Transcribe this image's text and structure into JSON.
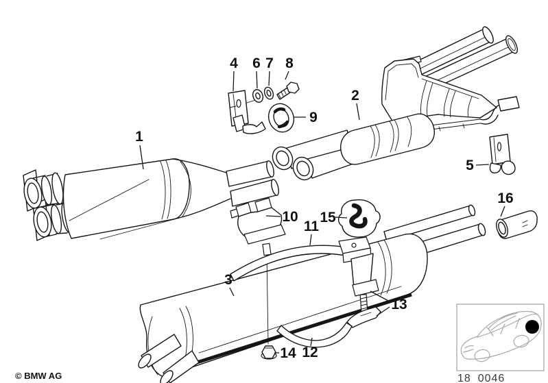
{
  "diagram": {
    "copyright": "© BMW AG",
    "code": "18_0046",
    "callouts": [
      "1",
      "2",
      "3",
      "4",
      "5",
      "6",
      "7",
      "8",
      "9",
      "10",
      "11",
      "12",
      "13",
      "14",
      "15",
      "16"
    ]
  },
  "colors": {
    "ink": "#151515",
    "inset_line": "#a8a8a8",
    "location_dot": "#000000",
    "background": "#ffffff"
  }
}
